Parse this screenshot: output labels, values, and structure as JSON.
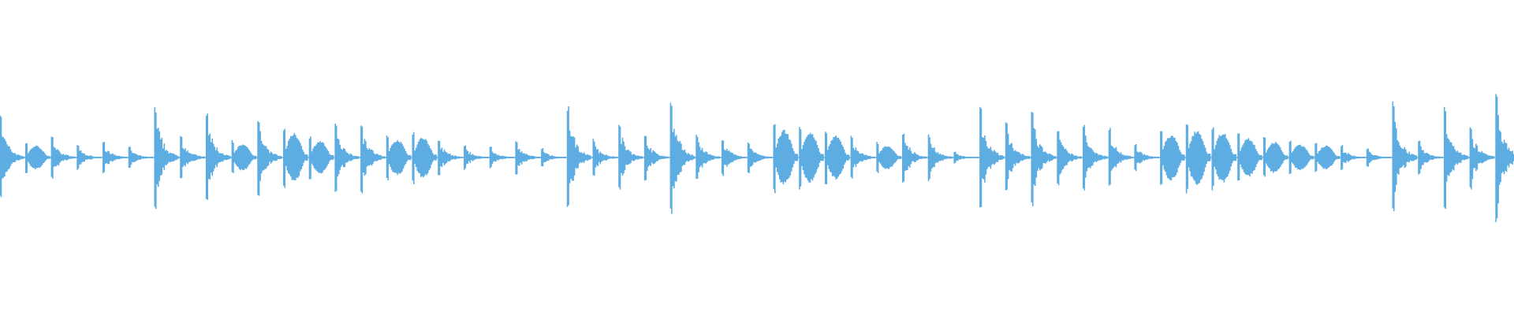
{
  "waveform": {
    "color": "#5dade2",
    "background": "#ffffff",
    "beat_count": 59,
    "events": [
      {
        "amp": 0.27,
        "shape": "decay"
      },
      {
        "amp": 0.1,
        "shape": "swell"
      },
      {
        "amp": 0.14,
        "shape": "decay"
      },
      {
        "amp": 0.08,
        "shape": "decay"
      },
      {
        "amp": 0.1,
        "shape": "decay"
      },
      {
        "amp": 0.07,
        "shape": "decay"
      },
      {
        "amp": 0.33,
        "shape": "decay"
      },
      {
        "amp": 0.15,
        "shape": "decay"
      },
      {
        "amp": 0.29,
        "shape": "decay"
      },
      {
        "amp": 0.11,
        "shape": "swell"
      },
      {
        "amp": 0.26,
        "shape": "decay"
      },
      {
        "amp": 0.2,
        "shape": "swell"
      },
      {
        "amp": 0.14,
        "shape": "swell"
      },
      {
        "amp": 0.23,
        "shape": "decay"
      },
      {
        "amp": 0.23,
        "shape": "decay"
      },
      {
        "amp": 0.15,
        "shape": "swell"
      },
      {
        "amp": 0.17,
        "shape": "swell"
      },
      {
        "amp": 0.12,
        "shape": "decay"
      },
      {
        "amp": 0.08,
        "shape": "decay"
      },
      {
        "amp": 0.07,
        "shape": "decay"
      },
      {
        "amp": 0.11,
        "shape": "decay"
      },
      {
        "amp": 0.06,
        "shape": "decay"
      },
      {
        "amp": 0.34,
        "shape": "decay"
      },
      {
        "amp": 0.12,
        "shape": "decay"
      },
      {
        "amp": 0.21,
        "shape": "decay"
      },
      {
        "amp": 0.15,
        "shape": "decay"
      },
      {
        "amp": 0.38,
        "shape": "decay"
      },
      {
        "amp": 0.15,
        "shape": "decay"
      },
      {
        "amp": 0.12,
        "shape": "decay"
      },
      {
        "amp": 0.1,
        "shape": "decay"
      },
      {
        "amp": 0.23,
        "shape": "swell"
      },
      {
        "amp": 0.21,
        "shape": "swell"
      },
      {
        "amp": 0.18,
        "shape": "swell"
      },
      {
        "amp": 0.14,
        "shape": "decay"
      },
      {
        "amp": 0.1,
        "shape": "swell"
      },
      {
        "amp": 0.17,
        "shape": "decay"
      },
      {
        "amp": 0.15,
        "shape": "decay"
      },
      {
        "amp": 0.04,
        "shape": "decay"
      },
      {
        "amp": 0.34,
        "shape": "decay"
      },
      {
        "amp": 0.23,
        "shape": "decay"
      },
      {
        "amp": 0.31,
        "shape": "decay"
      },
      {
        "amp": 0.18,
        "shape": "decay"
      },
      {
        "amp": 0.23,
        "shape": "decay"
      },
      {
        "amp": 0.19,
        "shape": "decay"
      },
      {
        "amp": 0.09,
        "shape": "decay"
      },
      {
        "amp": 0.19,
        "shape": "swell"
      },
      {
        "amp": 0.23,
        "shape": "swell"
      },
      {
        "amp": 0.21,
        "shape": "swell"
      },
      {
        "amp": 0.16,
        "shape": "swell"
      },
      {
        "amp": 0.13,
        "shape": "swell"
      },
      {
        "amp": 0.11,
        "shape": "swell"
      },
      {
        "amp": 0.1,
        "shape": "swell"
      },
      {
        "amp": 0.08,
        "shape": "decay"
      },
      {
        "amp": 0.06,
        "shape": "decay"
      },
      {
        "amp": 0.37,
        "shape": "decay"
      },
      {
        "amp": 0.11,
        "shape": "decay"
      },
      {
        "amp": 0.33,
        "shape": "decay"
      },
      {
        "amp": 0.21,
        "shape": "decay"
      },
      {
        "amp": 0.43,
        "shape": "decay"
      }
    ]
  }
}
